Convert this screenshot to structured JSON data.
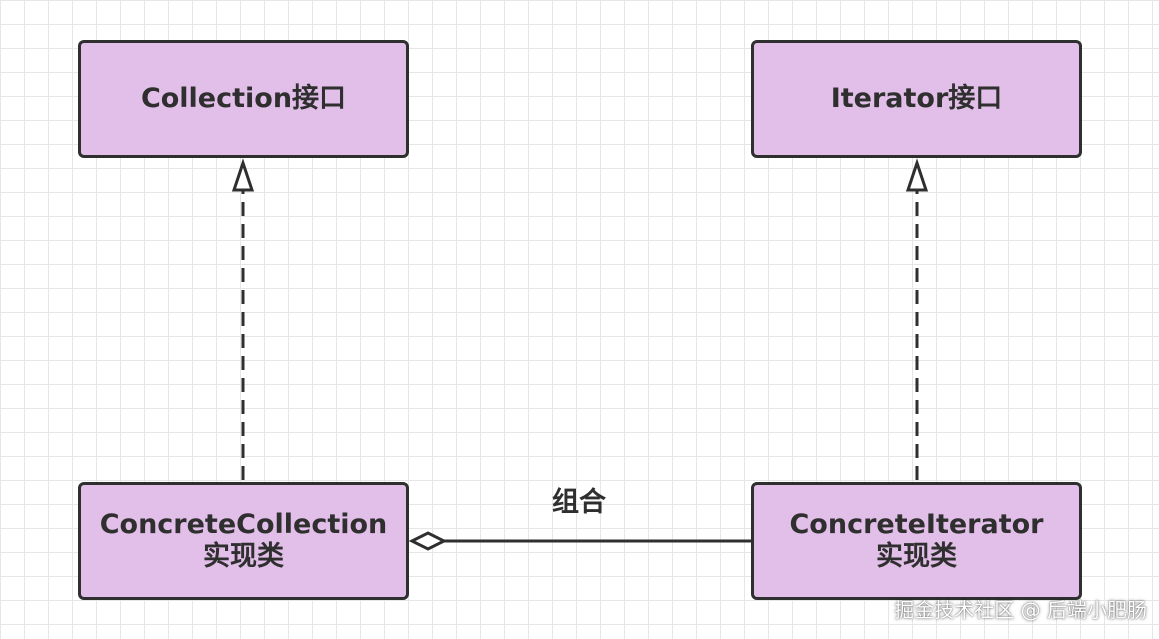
{
  "diagram": {
    "nodes": {
      "collection_interface": {
        "label": "Collection接口"
      },
      "iterator_interface": {
        "label": "Iterator接口"
      },
      "concrete_collection": {
        "name": "ConcreteCollection",
        "subtitle": "实现类"
      },
      "concrete_iterator": {
        "name": "ConcreteIterator",
        "subtitle": "实现类"
      }
    },
    "edges": {
      "composition_label": "组合"
    },
    "colors": {
      "node_fill": "#e2bfe8",
      "node_border": "#2f2f2f",
      "line": "#2f2f2f",
      "grid": "#e6e6e6"
    }
  },
  "watermark": {
    "text": "掘金技术社区 @ 后端小肥肠"
  }
}
